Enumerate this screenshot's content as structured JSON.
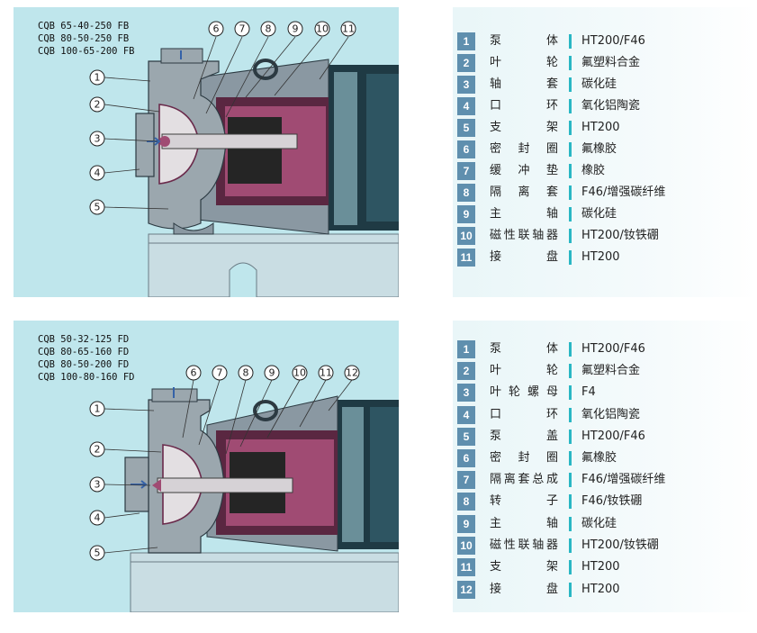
{
  "diagrams": [
    {
      "models": [
        "CQB 65-40-250 FB",
        "CQB 80-50-250 FB",
        "CQB 100-65-200 FB"
      ],
      "callouts": [
        "1",
        "2",
        "3",
        "4",
        "5",
        "6",
        "7",
        "8",
        "9",
        "10",
        "11"
      ],
      "parts": [
        {
          "num": "1",
          "name": "泵体",
          "material": "HT200/F46"
        },
        {
          "num": "2",
          "name": "叶轮",
          "material": "氟塑料合金"
        },
        {
          "num": "3",
          "name": "轴套",
          "material": "碳化硅"
        },
        {
          "num": "4",
          "name": "口环",
          "material": "氧化铝陶瓷"
        },
        {
          "num": "5",
          "name": "支架",
          "material": "HT200"
        },
        {
          "num": "6",
          "name": "密封圈",
          "material": "氟橡胶"
        },
        {
          "num": "7",
          "name": "缓冲垫",
          "material": "橡胶"
        },
        {
          "num": "8",
          "name": "隔离套",
          "material": "F46/增强碳纤维"
        },
        {
          "num": "9",
          "name": "主轴",
          "material": "碳化硅"
        },
        {
          "num": "10",
          "name": "磁性联轴器",
          "material": "HT200/钕铁硼"
        },
        {
          "num": "11",
          "name": "接盘",
          "material": "HT200"
        }
      ]
    },
    {
      "models": [
        "CQB 50-32-125 FD",
        "CQB 80-65-160 FD",
        "CQB 80-50-200 FD",
        "CQB 100-80-160 FD"
      ],
      "callouts": [
        "1",
        "2",
        "3",
        "4",
        "5",
        "6",
        "7",
        "8",
        "9",
        "10",
        "11",
        "12"
      ],
      "parts": [
        {
          "num": "1",
          "name": "泵体",
          "material": "HT200/F46"
        },
        {
          "num": "2",
          "name": "叶轮",
          "material": "氟塑料合金"
        },
        {
          "num": "3",
          "name": "叶轮螺母",
          "material": "F4"
        },
        {
          "num": "4",
          "name": "口环",
          "material": "氧化铝陶瓷"
        },
        {
          "num": "5",
          "name": "泵盖",
          "material": "HT200/F46"
        },
        {
          "num": "6",
          "name": "密封圈",
          "material": "氟橡胶"
        },
        {
          "num": "7",
          "name": "隔离套总成",
          "material": "F46/增强碳纤维"
        },
        {
          "num": "8",
          "name": "转子",
          "material": "F46/钕铁硼"
        },
        {
          "num": "9",
          "name": "主轴",
          "material": "碳化硅"
        },
        {
          "num": "10",
          "name": "磁性联轴器",
          "material": "HT200/钕铁硼"
        },
        {
          "num": "11",
          "name": "支架",
          "material": "HT200"
        },
        {
          "num": "12",
          "name": "接盘",
          "material": "HT200"
        }
      ]
    }
  ]
}
